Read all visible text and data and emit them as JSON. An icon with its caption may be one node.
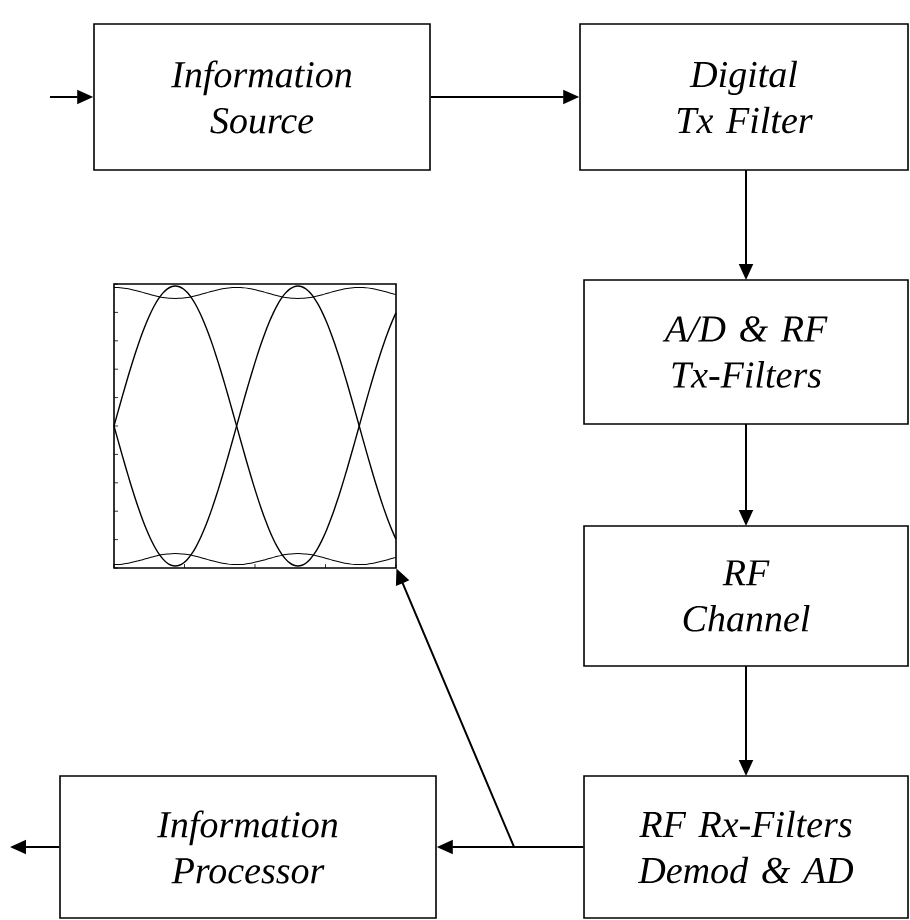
{
  "diagram": {
    "nodes": [
      {
        "text": [
          "Information Source"
        ]
      },
      {
        "text": [
          "Digital Tx Filter"
        ]
      },
      {
        "text": [
          "A/D & RF Tx-Filters"
        ]
      },
      {
        "text": [],
        "shape": "picture"
      },
      {
        "text": [
          "RF Channel"
        ]
      },
      {
        "text": [
          "RF Rx-Filters Demod & AD"
        ]
      },
      {
        "text": [
          "Information Processor"
        ]
      }
    ],
    "edges": [
      {
        "from": null,
        "to": 0,
        "arrow": "to"
      },
      {
        "from": 0,
        "to": 1,
        "arrow": "to"
      },
      {
        "from": 1,
        "to": 2,
        "arrow": "to"
      },
      {
        "from": 2,
        "to": 4,
        "arrow": "to"
      },
      {
        "from": 4,
        "to": 5,
        "arrow": "to"
      },
      {
        "from": 5,
        "to": 6,
        "arrow": "to"
      },
      {
        "from": 5,
        "to": 3,
        "arrow": "to"
      },
      {
        "from": 6,
        "to": null,
        "arrow": "to"
      }
    ]
  }
}
